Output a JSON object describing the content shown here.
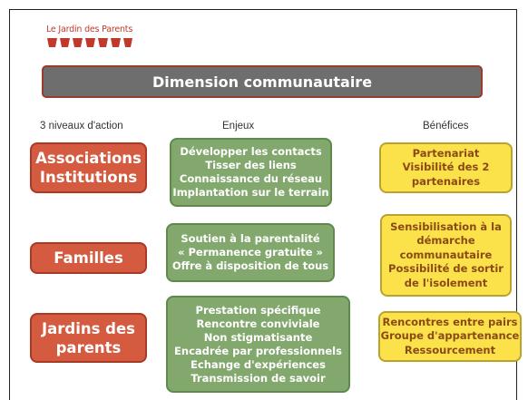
{
  "logo": {
    "text": "Le Jardin des Parents"
  },
  "title": "Dimension communautaire",
  "columns": {
    "levels": "3 niveaux d'action",
    "issues": "Enjeux",
    "benefits": "Bénéfices"
  },
  "rows": [
    {
      "level": [
        "Associations",
        "Institutions"
      ],
      "issues": [
        "Développer les contacts",
        "Tisser des liens",
        "Connaissance du réseau",
        "Implantation sur le terrain"
      ],
      "benefits": [
        "Partenariat",
        "Visibilité des 2",
        "partenaires"
      ]
    },
    {
      "level": [
        "Familles"
      ],
      "issues": [
        "Soutien à la parentalité",
        "« Permanence gratuite »",
        "Offre à disposition de tous"
      ],
      "benefits": [
        "Sensibilisation à la",
        "démarche",
        "communautaire",
        "Possibilité de sortir",
        "de l'isolement"
      ]
    },
    {
      "level": [
        "Jardins des",
        "parents"
      ],
      "issues": [
        "Prestation spécifique",
        "Rencontre conviviale",
        "Non stigmatisante",
        "Encadrée par professionnels",
        "Echange d'expériences",
        "Transmission de savoir"
      ],
      "benefits": [
        "Rencontres entre pairs",
        "Groupe d'appartenance",
        "Ressourcement"
      ]
    }
  ]
}
